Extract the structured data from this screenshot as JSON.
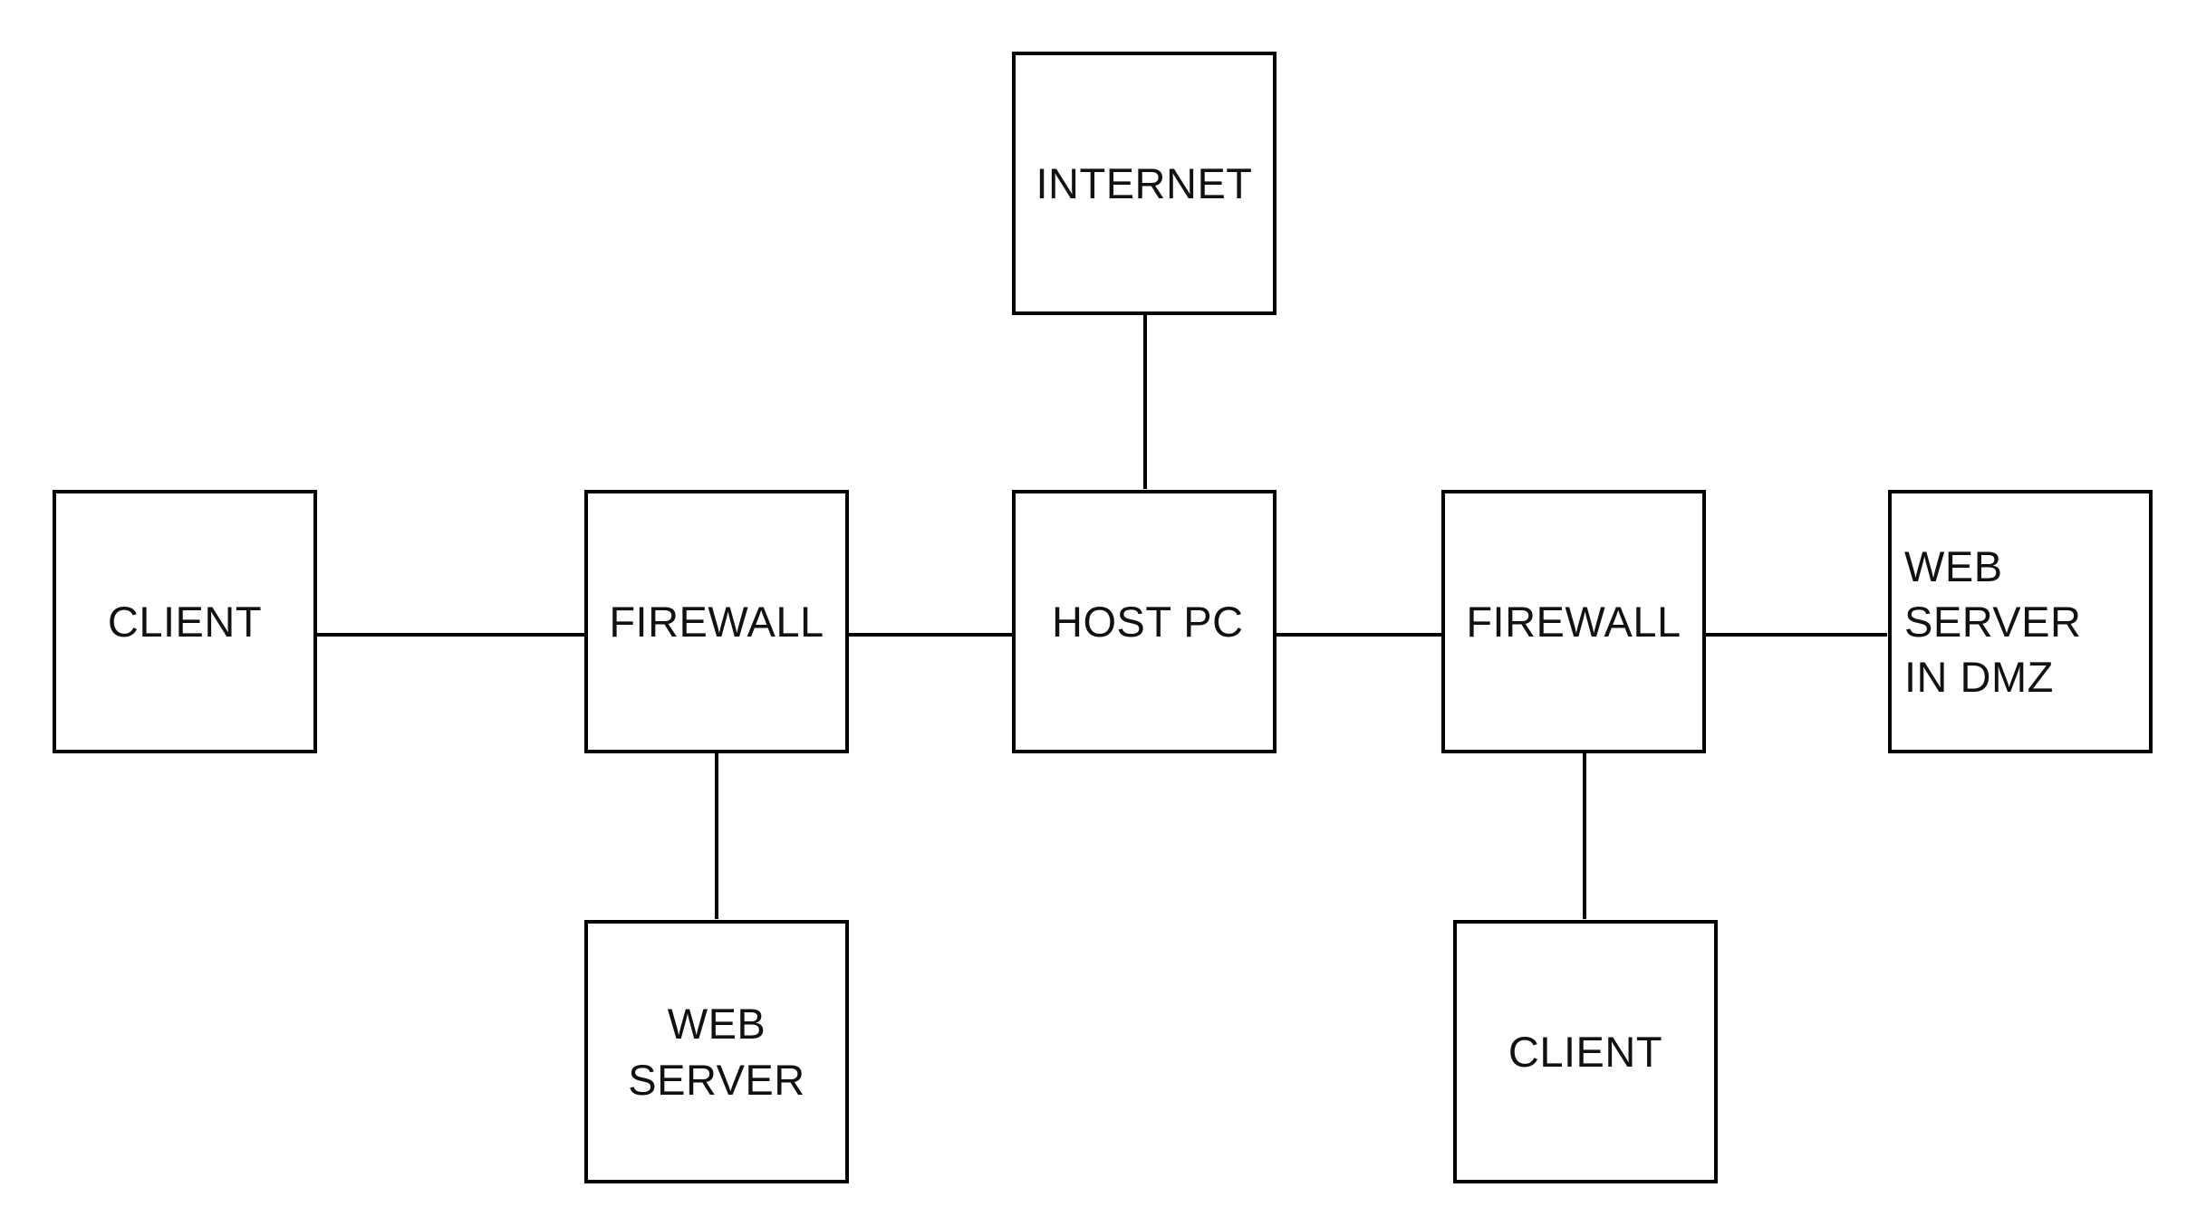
{
  "diagram": {
    "nodes": {
      "internet": "INTERNET",
      "host_pc": "HOST PC",
      "client_left": "CLIENT",
      "firewall_left": "FIREWALL",
      "web_server": "WEB SERVER",
      "firewall_right": "FIREWALL",
      "web_server_dmz": {
        "line1": "WEB SERVER",
        "line2": "IN DMZ"
      },
      "client_right": "CLIENT"
    },
    "edges": [
      [
        "internet",
        "host_pc"
      ],
      [
        "client_left",
        "firewall_left"
      ],
      [
        "firewall_left",
        "host_pc"
      ],
      [
        "firewall_left",
        "web_server"
      ],
      [
        "host_pc",
        "firewall_right"
      ],
      [
        "firewall_right",
        "web_server_dmz"
      ],
      [
        "firewall_right",
        "client_right"
      ]
    ]
  },
  "colors": {
    "stroke": "#000000",
    "fill": "#ffffff",
    "text": "#111111"
  }
}
